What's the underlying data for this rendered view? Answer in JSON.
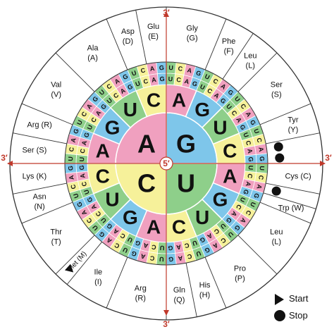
{
  "colors": {
    "A": "#f0a0bf",
    "G": "#7ec6ea",
    "U": "#8ecf8a",
    "C": "#f6f19a",
    "axis": "#c0392b",
    "line": "#333333"
  },
  "center_label": "5′",
  "axis_labels": {
    "top": "3′",
    "right": "3′",
    "bottom": "3′",
    "left": "3′"
  },
  "ring1": [
    "G",
    "U",
    "C",
    "A"
  ],
  "ring2": [
    "A",
    "G",
    "U",
    "C",
    "A",
    "G",
    "U",
    "C",
    "A",
    "G",
    "U",
    "C",
    "A",
    "G",
    "U",
    "C"
  ],
  "ring3": [
    "U",
    "C",
    "A",
    "G",
    "U",
    "C",
    "A",
    "G",
    "U",
    "C",
    "A",
    "G",
    "U",
    "C",
    "A",
    "G",
    "U",
    "C",
    "A",
    "G",
    "U",
    "C",
    "A",
    "G",
    "U",
    "C",
    "A",
    "G",
    "U",
    "C",
    "A",
    "G",
    "U",
    "C",
    "A",
    "G",
    "U",
    "C",
    "A",
    "G",
    "U",
    "C",
    "A",
    "G",
    "U",
    "C",
    "A",
    "G",
    "U",
    "C",
    "A",
    "G",
    "U",
    "C",
    "A",
    "G",
    "U",
    "C",
    "A",
    "G",
    "U",
    "C",
    "A",
    "G"
  ],
  "amino_acids": [
    {
      "name": "Gly",
      "abbr": "(G)",
      "start": 0,
      "n": 4
    },
    {
      "name": "Phe",
      "abbr": "(F)",
      "start": 4,
      "n": 2
    },
    {
      "name": "Leu",
      "abbr": "(L)",
      "start": 6,
      "n": 2
    },
    {
      "name": "Ser",
      "abbr": "(S)",
      "start": 8,
      "n": 4
    },
    {
      "name": "Tyr",
      "abbr": "(Y)",
      "start": 12,
      "n": 2
    },
    {
      "name": "",
      "abbr": "",
      "start": 14,
      "n": 2
    },
    {
      "name": "Cys (C)",
      "abbr": "",
      "start": 16,
      "n": 2
    },
    {
      "name": "",
      "abbr": "",
      "start": 18,
      "n": 1
    },
    {
      "name": "Trp (W)",
      "abbr": "",
      "start": 19,
      "n": 1
    },
    {
      "name": "Leu",
      "abbr": "(L)",
      "start": 20,
      "n": 4
    },
    {
      "name": "Pro",
      "abbr": "(P)",
      "start": 24,
      "n": 4
    },
    {
      "name": "His",
      "abbr": "(H)",
      "start": 28,
      "n": 2
    },
    {
      "name": "Gln",
      "abbr": "(Q)",
      "start": 30,
      "n": 2
    },
    {
      "name": "Arg",
      "abbr": "(R)",
      "start": 32,
      "n": 4
    },
    {
      "name": "Ile",
      "abbr": "(I)",
      "start": 36,
      "n": 3
    },
    {
      "name": "Met (M)",
      "abbr": "",
      "start": 39,
      "n": 1
    },
    {
      "name": "Thr",
      "abbr": "(T)",
      "start": 40,
      "n": 4
    },
    {
      "name": "Asn",
      "abbr": "(N)",
      "start": 44,
      "n": 2
    },
    {
      "name": "Lys (K)",
      "abbr": "",
      "start": 46,
      "n": 2
    },
    {
      "name": "Ser (S)",
      "abbr": "",
      "start": 48,
      "n": 2
    },
    {
      "name": "Arg (R)",
      "abbr": "",
      "start": 50,
      "n": 2
    },
    {
      "name": "Val",
      "abbr": "(V)",
      "start": 52,
      "n": 4
    },
    {
      "name": "Ala",
      "abbr": "(A)",
      "start": 56,
      "n": 4
    },
    {
      "name": "Asp",
      "abbr": "(D)",
      "start": 60,
      "n": 2
    },
    {
      "name": "Glu",
      "abbr": "(E)",
      "start": 62,
      "n": 2
    }
  ],
  "stop_dots": [
    14,
    15,
    18
  ],
  "start_codon_index": 39,
  "legend": {
    "start": "Start",
    "stop": "Stop"
  }
}
